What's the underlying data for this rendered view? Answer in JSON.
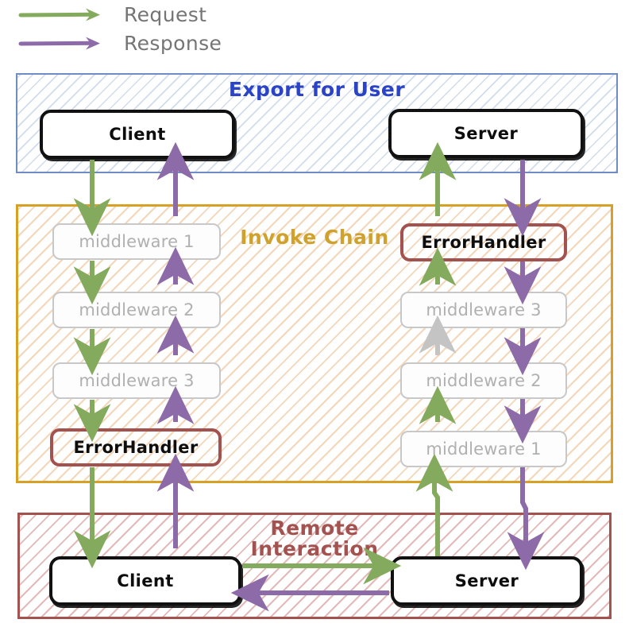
{
  "colors": {
    "request": "#84ab5d",
    "response": "#8d6aa8",
    "disabled": "#c4c4c4",
    "export_border": "#6f8cc4",
    "export_title": "#2b44c7",
    "export_hatch": "#a9bde0",
    "invoke_border": "#d6a125",
    "invoke_title": "#cfa22e",
    "invoke_hatch": "#f2cfae",
    "remote_border": "#a4524f",
    "remote_title": "#a4524f",
    "remote_hatch": "#d9a2a0",
    "node_border": "#111111",
    "error_border": "#a4524f",
    "mw_border": "#c8c8c8",
    "mw_text": "#b0b0b0",
    "legend_text": "#757575"
  },
  "legend": {
    "items": [
      {
        "label": "Request",
        "color_key": "request"
      },
      {
        "label": "Response",
        "color_key": "response"
      }
    ]
  },
  "groups": [
    {
      "id": "export",
      "title": "Export for User"
    },
    {
      "id": "invoke",
      "title": "Invoke Chain"
    },
    {
      "id": "remote",
      "title": "Remote\nInteraction"
    }
  ],
  "nodes": {
    "export_client": "Client",
    "export_server": "Server",
    "left_chain": [
      "middleware 1",
      "middleware 2",
      "middleware 3",
      "ErrorHandler"
    ],
    "right_chain": [
      "ErrorHandler",
      "middleware 3",
      "middleware 2",
      "middleware 1"
    ],
    "remote_client": "Client",
    "remote_server": "Server"
  },
  "flow": {
    "request_direction": "down-left-then-right-then-up",
    "response_direction": "down-right-then-left-then-up",
    "disabled_link": "right-chain middleware3-to-middleware2"
  }
}
